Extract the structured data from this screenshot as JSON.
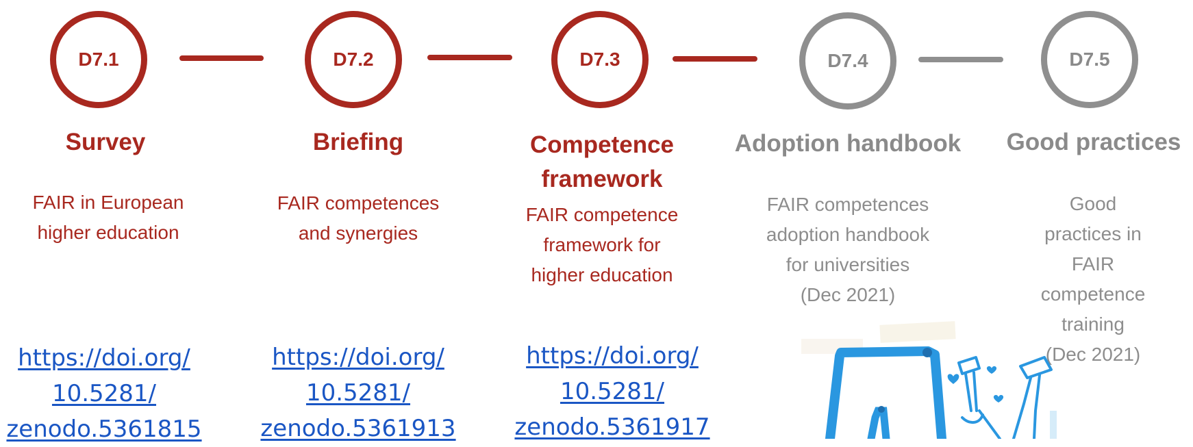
{
  "colors": {
    "completed": "#a8281f",
    "planned": "#8f8f8f",
    "link": "#1a56c4",
    "sketch": "#2a97e0"
  },
  "deliverables": [
    {
      "id": "D7.1",
      "status": "completed",
      "title": "Survey",
      "description": [
        "FAIR in European",
        "higher education"
      ],
      "link": [
        "https://doi.org/",
        "10.5281/",
        "zenodo.5361815"
      ]
    },
    {
      "id": "D7.2",
      "status": "completed",
      "title": "Briefing",
      "description": [
        "FAIR competences",
        "and synergies"
      ],
      "link": [
        "https://doi.org/",
        "10.5281/",
        "zenodo.5361913"
      ]
    },
    {
      "id": "D7.3",
      "status": "completed",
      "title": "Competence framework",
      "description": [
        "FAIR competence",
        "framework for",
        "higher education"
      ],
      "link": [
        "https://doi.org/",
        "10.5281/",
        "zenodo.5361917"
      ]
    },
    {
      "id": "D7.4",
      "status": "planned",
      "title": "Adoption handbook",
      "description": [
        "FAIR competences",
        "adoption handbook",
        "for universities",
        "(Dec 2021)"
      ]
    },
    {
      "id": "D7.5",
      "status": "planned",
      "title": "Good practices",
      "description": [
        "Good practices in",
        "FAIR competence",
        "training",
        "(Dec 2021)"
      ]
    }
  ],
  "decorations": [
    "hand-drawn-graduation-sketch"
  ]
}
